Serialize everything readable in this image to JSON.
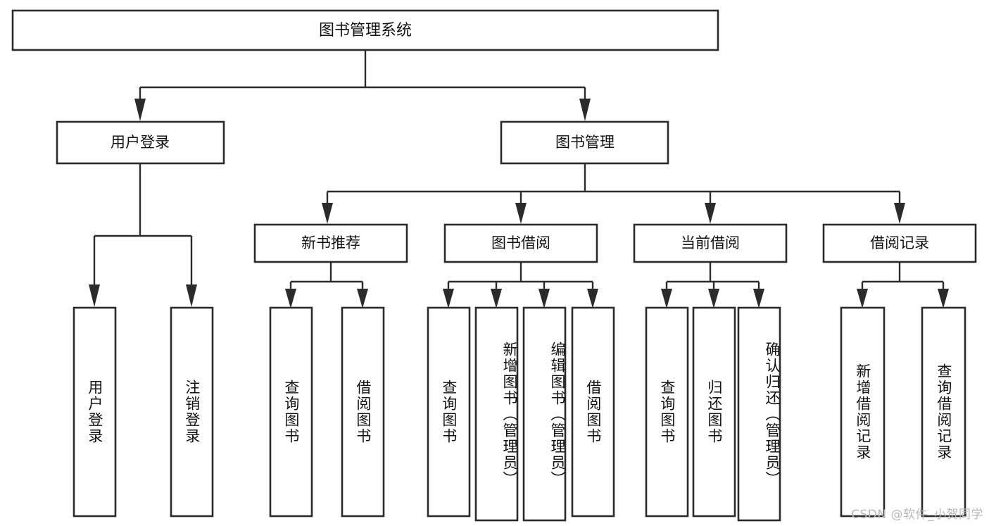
{
  "diagram": {
    "title": "图书管理系统",
    "type": "tree-hierarchy",
    "watermark": "CSDN @软件_小贺同学",
    "colors": {
      "background": "#ffffff",
      "stroke": "#2b2b2b",
      "box_fill": "#ffffff",
      "text": "#111111",
      "watermark": "#b8b8b8"
    },
    "root": {
      "label": "图书管理系统",
      "orientation": "horizontal"
    },
    "level1": [
      {
        "label": "用户登录",
        "orientation": "horizontal"
      },
      {
        "label": "图书管理",
        "orientation": "horizontal"
      }
    ],
    "level2": [
      {
        "label": "新书推荐",
        "orientation": "horizontal",
        "parent": "图书管理"
      },
      {
        "label": "图书借阅",
        "orientation": "horizontal",
        "parent": "图书管理"
      },
      {
        "label": "当前借阅",
        "orientation": "horizontal",
        "parent": "图书管理"
      },
      {
        "label": "借阅记录",
        "orientation": "horizontal",
        "parent": "图书管理"
      }
    ],
    "leaves": {
      "用户登录": [
        {
          "label": "用户登录",
          "orientation": "vertical"
        },
        {
          "label": "注销登录",
          "orientation": "vertical"
        }
      ],
      "新书推荐": [
        {
          "label": "查询图书",
          "orientation": "vertical"
        },
        {
          "label": "借阅图书",
          "orientation": "vertical"
        }
      ],
      "图书借阅": [
        {
          "label": "查询图书",
          "orientation": "vertical"
        },
        {
          "label": "新增图书（管理员）",
          "orientation": "vertical"
        },
        {
          "label": "编辑图书（管理员）",
          "orientation": "vertical"
        },
        {
          "label": "借阅图书",
          "orientation": "vertical"
        }
      ],
      "当前借阅": [
        {
          "label": "查询图书",
          "orientation": "vertical"
        },
        {
          "label": "归还图书",
          "orientation": "vertical"
        },
        {
          "label": "确认归还（管理员）",
          "orientation": "vertical"
        }
      ],
      "借阅记录": [
        {
          "label": "新增借阅记录",
          "orientation": "vertical"
        },
        {
          "label": "查询借阅记录",
          "orientation": "vertical"
        }
      ]
    }
  }
}
